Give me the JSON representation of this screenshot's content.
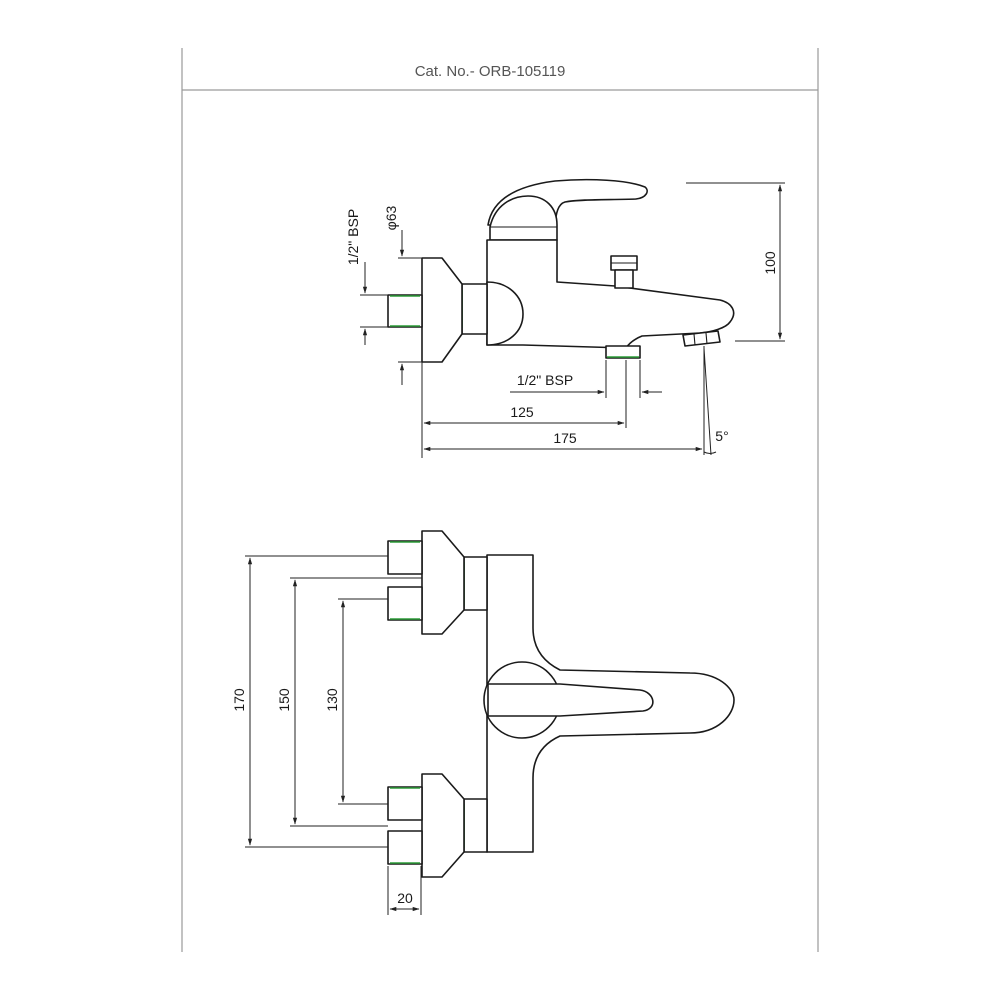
{
  "title": "Cat. No.- ORB-105119",
  "colors": {
    "accent": "#2e9e3a",
    "line": "#1a1a1a",
    "frame": "#9a9a9a"
  },
  "side_view": {
    "thread_label": "1/2\" BSP",
    "diameter_label": "φ63",
    "height_label": "100",
    "outlet_thread_label": "1/2\" BSP",
    "length_125": "125",
    "length_175": "175",
    "angle_label": "5°"
  },
  "top_view": {
    "dim_170": "170",
    "dim_150": "150",
    "dim_130": "130",
    "dim_20": "20"
  }
}
